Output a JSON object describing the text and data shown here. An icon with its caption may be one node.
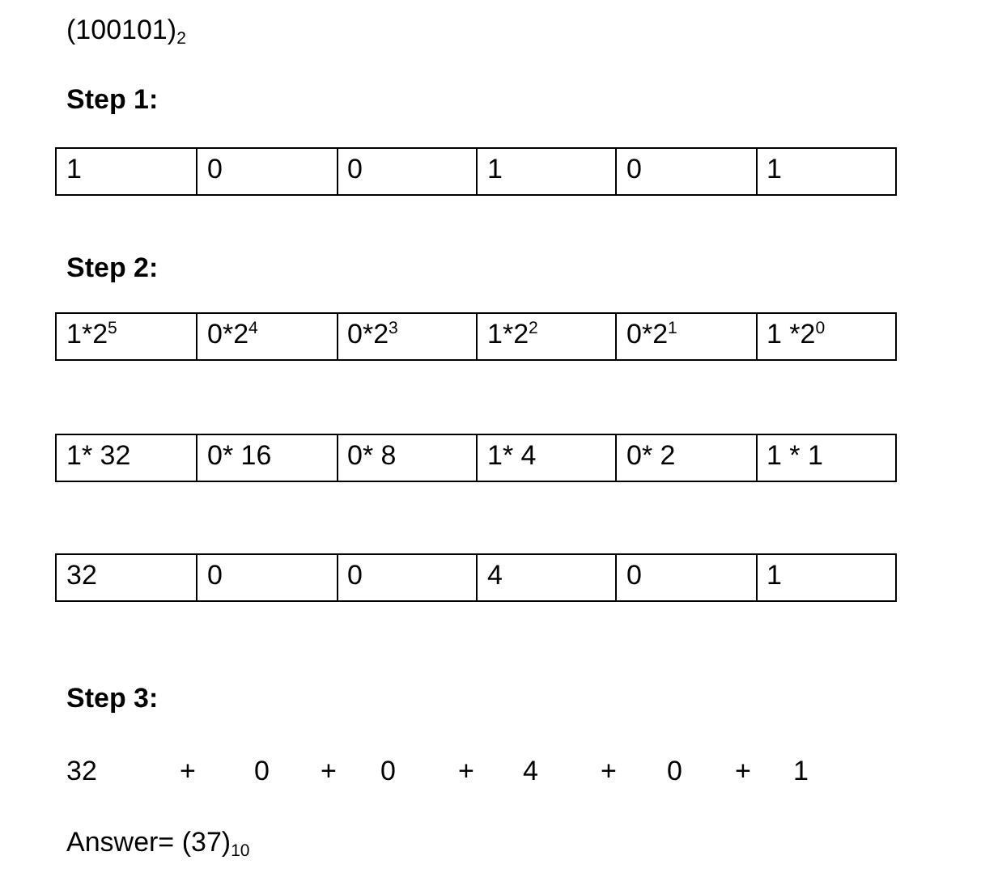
{
  "diagram": {
    "labels": [
      "(100101)$_{2}$",
      "Step 1:",
      "1",
      "0",
      "0",
      "1",
      "0",
      "1",
      "Step 2:",
      "1*2$^{5}$",
      "0*2$^{4}$",
      "0*2$^{3}$",
      "1*2$^{2}$",
      "0*2$^{1}$",
      "1 *2$^{0}$",
      "1* 32",
      "0* 16",
      "0* 8",
      "1* 4",
      "0* 2",
      "1 * 1",
      "32",
      "0",
      "0",
      "4",
      "0",
      "1",
      "Step 3:",
      "32",
      "+",
      "0",
      "+",
      "0",
      "+",
      "4",
      "+",
      "0",
      "+",
      "1",
      "Answer= (37)$_{10}$"
    ]
  }
}
